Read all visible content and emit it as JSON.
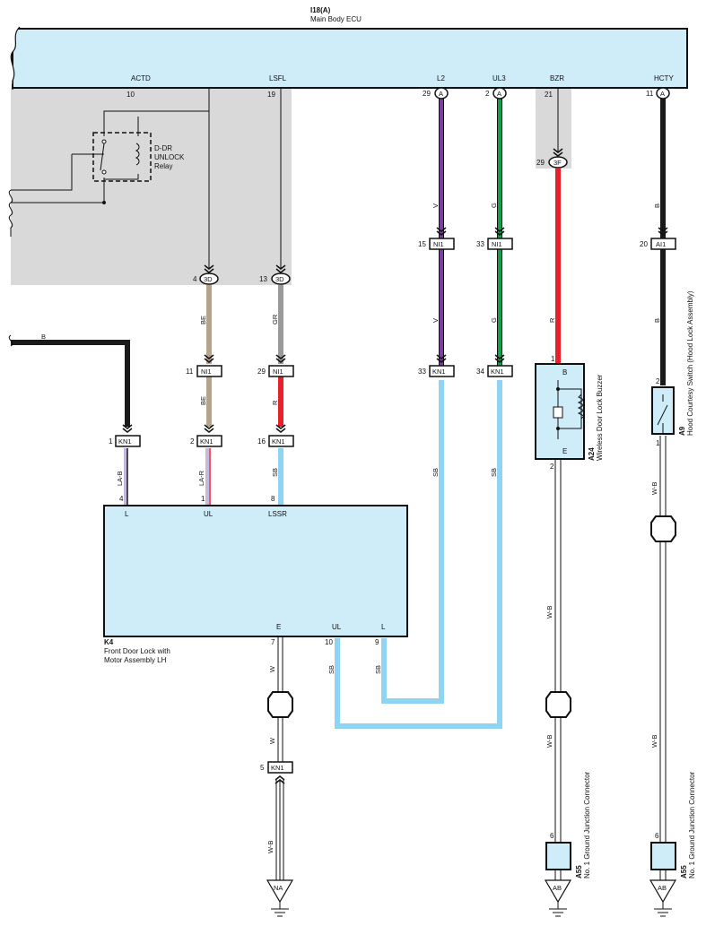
{
  "ecu": {
    "code": "I18(A)",
    "name": "Main Body ECU",
    "terminals": {
      "actd": "ACTD",
      "lsfl": "LSFL",
      "l2": "L2",
      "ul3": "UL3",
      "bzr": "BZR",
      "hcty": "HCTY"
    }
  },
  "relay": {
    "line1": "D-DR",
    "line2": "UNLOCK",
    "line3": "Relay"
  },
  "pins": {
    "actd": "10",
    "lsfl": "19",
    "l2": "29",
    "ul3": "2",
    "bzr": "21",
    "hcty": "11",
    "j3d_be": "4",
    "j3d_gr": "13",
    "j3f": "29",
    "ni1_v": "15",
    "ni1_g": "33",
    "ai1": "20",
    "ni1_be": "11",
    "ni1_r": "29",
    "kn1_v": "33",
    "kn1_g": "34",
    "buz_top": "1",
    "sw_top": "2",
    "kn1_b": "1",
    "kn1_lar": "2",
    "kn1_r": "16",
    "k4_l": "4",
    "k4_ul": "1",
    "k4_lssr": "8",
    "buz_bot": "2",
    "sw_bot": "1",
    "k4_e": "7",
    "k4_ul_bot": "10",
    "k4_l_bot": "9",
    "kn1_w": "5",
    "a55_1": "6",
    "a55_2": "6"
  },
  "connectors": {
    "a": "A",
    "j3d": "3D",
    "j3f": "3F",
    "ni1": "NI1",
    "ai1": "AI1",
    "kn1": "KN1"
  },
  "wire_colors": {
    "v": "V",
    "g": "G",
    "b": "B",
    "r": "R",
    "be": "BE",
    "gr": "GR",
    "la_b": "LA-B",
    "la_r": "LA-R",
    "sb": "SB",
    "w": "W",
    "w_b": "W-B"
  },
  "k4": {
    "code": "K4",
    "name_line1": "Front Door Lock with",
    "name_line2": "Motor Assembly LH",
    "pin_l": "L",
    "pin_ul": "UL",
    "pin_lssr": "LSSR",
    "pin_e": "E",
    "pin_ul2": "UL",
    "pin_l2": "L"
  },
  "a24": {
    "code": "A24",
    "name": "Wireless Door Lock Buzzer",
    "pin_b": "B",
    "pin_e": "E"
  },
  "a9": {
    "code": "A9",
    "name": "Hood Courtesy Switch (Hood Lock Assembly)"
  },
  "a55": {
    "code": "A55",
    "name": "No. 1 Ground Junction Connector"
  },
  "grounds": {
    "na": "NA",
    "ab1": "AB",
    "ab2": "AB"
  },
  "colors": {
    "purple": "#7b3f9e",
    "green": "#12a14a",
    "red": "#e8202a",
    "black": "#1a1a1a",
    "beige": "#b5a48c",
    "gray": "#9a9a9a",
    "skyblue": "#8fd4f2",
    "panel": "#cfecf9",
    "shade": "#d9d9d9"
  }
}
